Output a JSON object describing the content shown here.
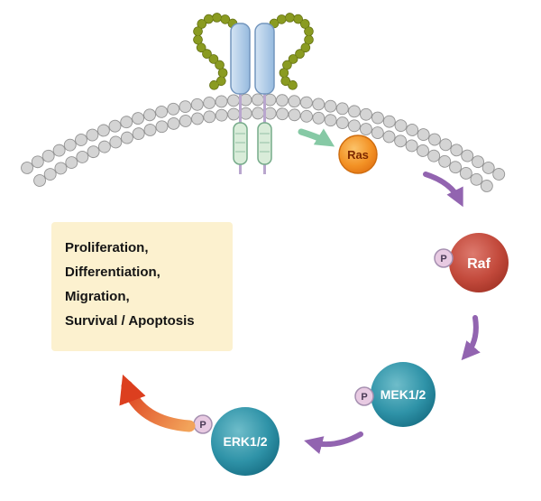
{
  "diagram": {
    "type": "cell-signaling-pathway",
    "description": "Receptor tyrosine kinase MAPK cascade through the plasma membrane",
    "background": "#ffffff"
  },
  "labels": {
    "phosphate": "P"
  },
  "nodes": {
    "ras": {
      "label": "Ras",
      "color": "#f39225"
    },
    "raf": {
      "label": "Raf",
      "color": "#c34a3c"
    },
    "mek": {
      "label": "MEK1/2",
      "color": "#2f93a8"
    },
    "erk": {
      "label": "ERK1/2",
      "color": "#2f93a8"
    }
  },
  "outcomes": {
    "lines": [
      "Proliferation,",
      "Differentiation,",
      "Migration,",
      "Survival / Apoptosis"
    ],
    "background": "#fcf1cf"
  },
  "arrows": {
    "activation_color": "#9264b0",
    "receptor_to_ras_color": "#86c9a5",
    "erk_to_outcomes_color": "#dc3f1f"
  },
  "membrane": {
    "bead_color": "#d4d4d4",
    "bead_outline": "#939393"
  },
  "receptor": {
    "subunit_color": "#aecce8",
    "chain_color": "#8a9b21",
    "intracellular_color": "#d9ecd9"
  }
}
